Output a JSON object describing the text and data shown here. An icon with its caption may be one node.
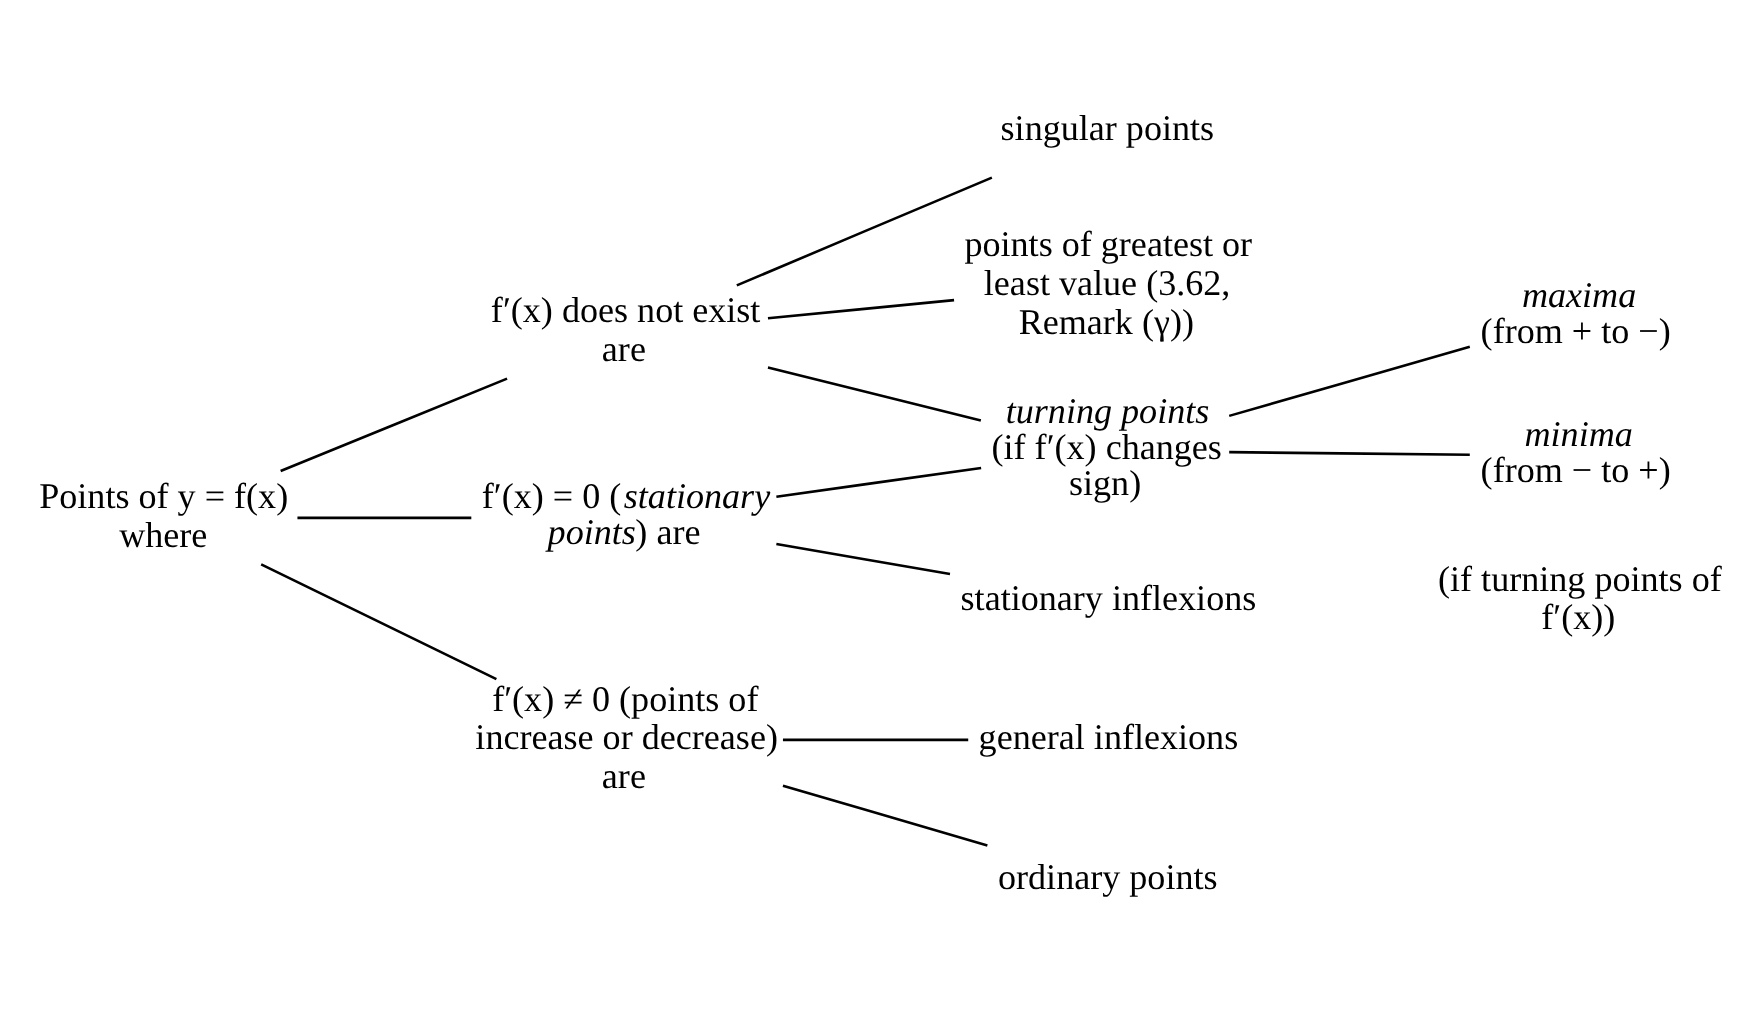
{
  "diagram": {
    "nodes": [
      {
        "text": [
          "Points of y = f(x) where"
        ]
      },
      {
        "text": [
          "f′(x) does not exist are"
        ]
      },
      {
        "text": [
          "f′(x) = 0 (*stationary points*) are"
        ]
      },
      {
        "text": [
          "f′(x) ≠ 0 (points of increase or decrease) are"
        ]
      },
      {
        "text": [
          "singular points"
        ]
      },
      {
        "text": [
          "points of greatest or least value (3.62, Remark (γ))"
        ]
      },
      {
        "text": [
          "turning points",
          "(if f′(x) changes sign)"
        ]
      },
      {
        "text": [
          "maxima",
          "(from + to −)"
        ]
      },
      {
        "text": [
          "minima",
          "(from − to +)"
        ]
      },
      {
        "text": [
          "stationary inflexions"
        ]
      },
      {
        "text": [
          "general inflexions"
        ]
      },
      {
        "text": [
          "ordinary points"
        ]
      }
    ],
    "edges": [
      {
        "from": 0,
        "to": 1,
        "arrow": "none"
      },
      {
        "from": 0,
        "to": 2,
        "arrow": "none"
      },
      {
        "from": 0,
        "to": 3,
        "arrow": "none"
      },
      {
        "from": 1,
        "to": 4,
        "arrow": "none"
      },
      {
        "from": 1,
        "to": 5,
        "arrow": "none"
      },
      {
        "from": 1,
        "to": 6,
        "arrow": "none"
      },
      {
        "from": 2,
        "to": 6,
        "arrow": "none"
      },
      {
        "from": 2,
        "to": 9,
        "arrow": "none"
      },
      {
        "from": 3,
        "to": 10,
        "arrow": "none"
      },
      {
        "from": 3,
        "to": 11,
        "arrow": "none"
      },
      {
        "from": 6,
        "to": 7,
        "arrow": "none"
      },
      {
        "from": 6,
        "to": 8,
        "arrow": "none"
      }
    ],
    "labels": [
      "(if turning points of f′(x))"
    ]
  }
}
